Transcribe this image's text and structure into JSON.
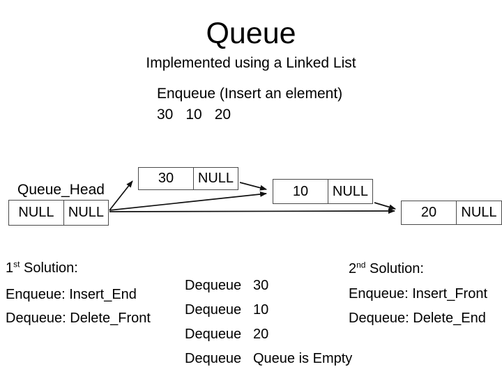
{
  "slide": {
    "title": "Queue",
    "subtitle": "Implemented using a Linked List",
    "enqueue_heading": "Enqueue (Insert an element)",
    "enqueue_values": [
      "30",
      "10",
      "20"
    ]
  },
  "diagram": {
    "head_label": "Queue_Head",
    "head_cells": [
      "NULL",
      "NULL"
    ],
    "nodes": [
      {
        "value": "30",
        "next": "NULL"
      },
      {
        "value": "10",
        "next": "NULL"
      },
      {
        "value": "20",
        "next": "NULL"
      }
    ]
  },
  "solution1": {
    "num": "1",
    "sup": "st",
    "rest": " Solution:",
    "enqueue": "Enqueue: Insert_End",
    "dequeue": "Dequeue: Delete_Front"
  },
  "solution2": {
    "num": "2",
    "sup": "nd",
    "rest": " Solution:",
    "enqueue": "Enqueue: Insert_Front",
    "dequeue": "Dequeue: Delete_End"
  },
  "dequeue_log": {
    "rows": [
      {
        "op": "Dequeue",
        "value": "30"
      },
      {
        "op": "Dequeue",
        "value": "10"
      },
      {
        "op": "Dequeue",
        "value": "20"
      },
      {
        "op": "Dequeue",
        "value": "Queue is Empty"
      }
    ]
  },
  "colors": {
    "background": "#ffffff",
    "text": "#000000",
    "box_border": "#4a4a4a",
    "arrow": "#111111"
  }
}
